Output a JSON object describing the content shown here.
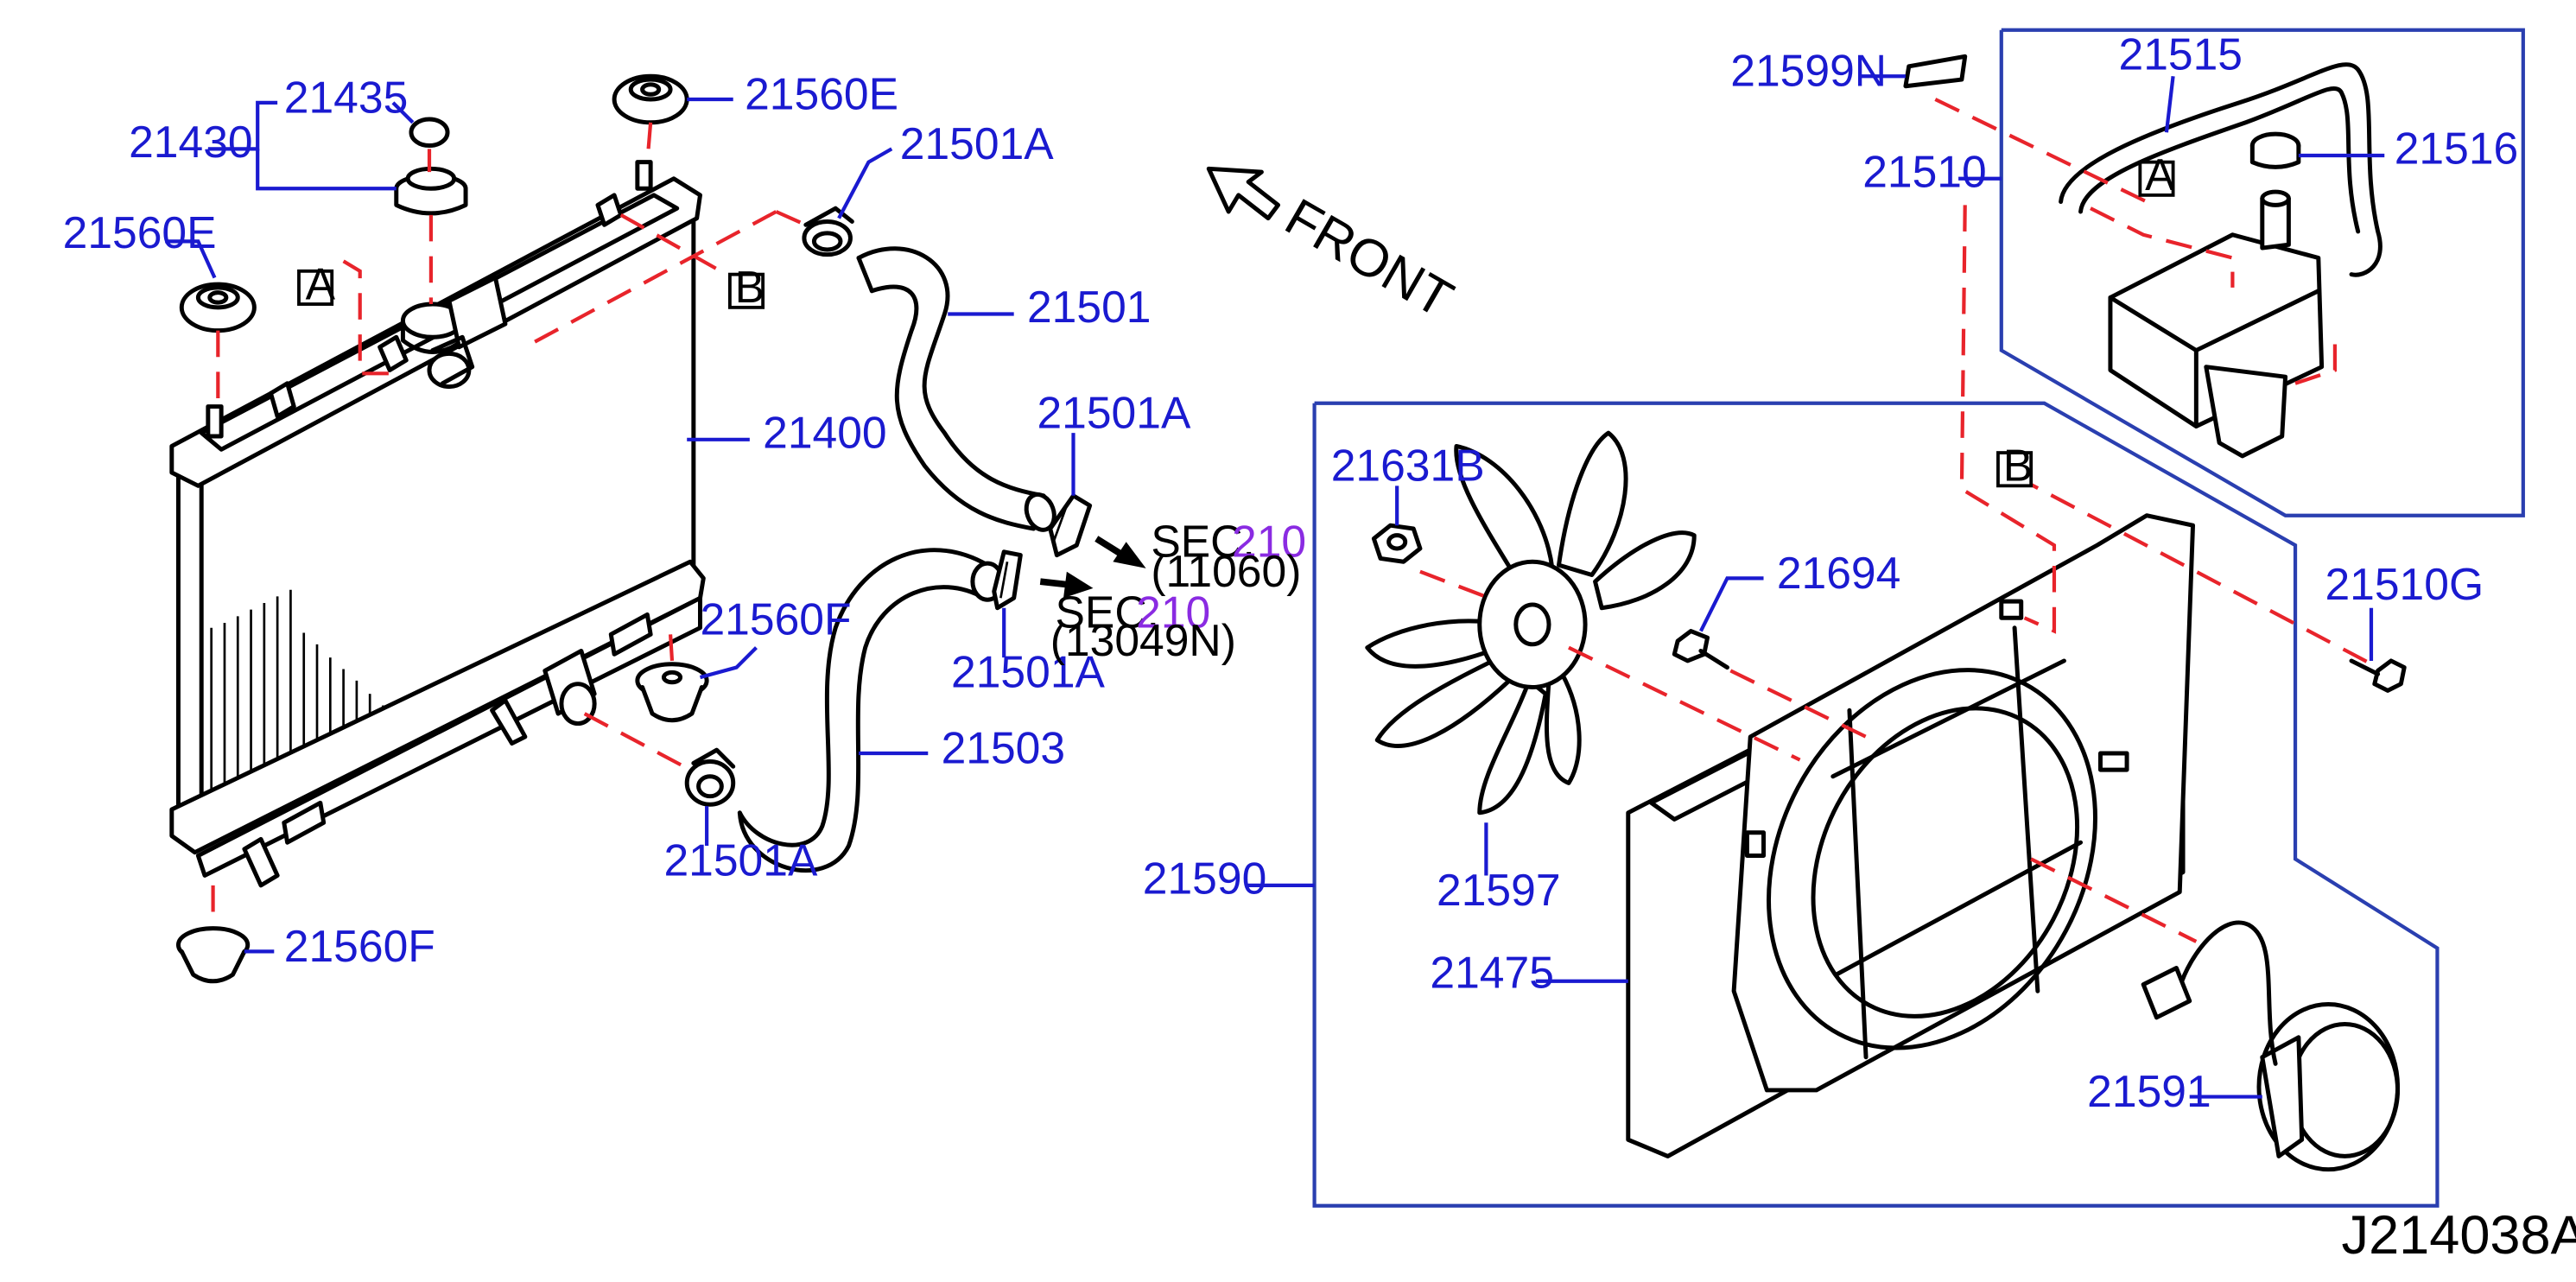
{
  "diagram_id": "J214038A",
  "direction_label": "FRONT",
  "callouts": {
    "a": "A",
    "b": "B"
  },
  "parts": {
    "p21400": "21400",
    "p21430": "21430",
    "p21435": "21435",
    "p21560E_top": "21560E",
    "p21560E_left": "21560E",
    "p21560F_mid": "21560F",
    "p21560F_bottom": "21560F",
    "p21501A_top": "21501A",
    "p21501": "21501",
    "p21501A_mid": "21501A",
    "p21501A_lower": "21501A",
    "p21501A_bottom": "21501A",
    "p21503": "21503",
    "p21599N": "21599N",
    "p21515": "21515",
    "p21510": "21510",
    "p21516": "21516",
    "p21510G": "21510G",
    "p21631B": "21631B",
    "p21694": "21694",
    "p21597": "21597",
    "p21590": "21590",
    "p21475": "21475",
    "p21591": "21591"
  },
  "section_refs": [
    {
      "label": "SEC.",
      "number": "210",
      "code": "(11060)"
    },
    {
      "label": "SEC.",
      "number": "210",
      "code": "(13049N)"
    }
  ]
}
